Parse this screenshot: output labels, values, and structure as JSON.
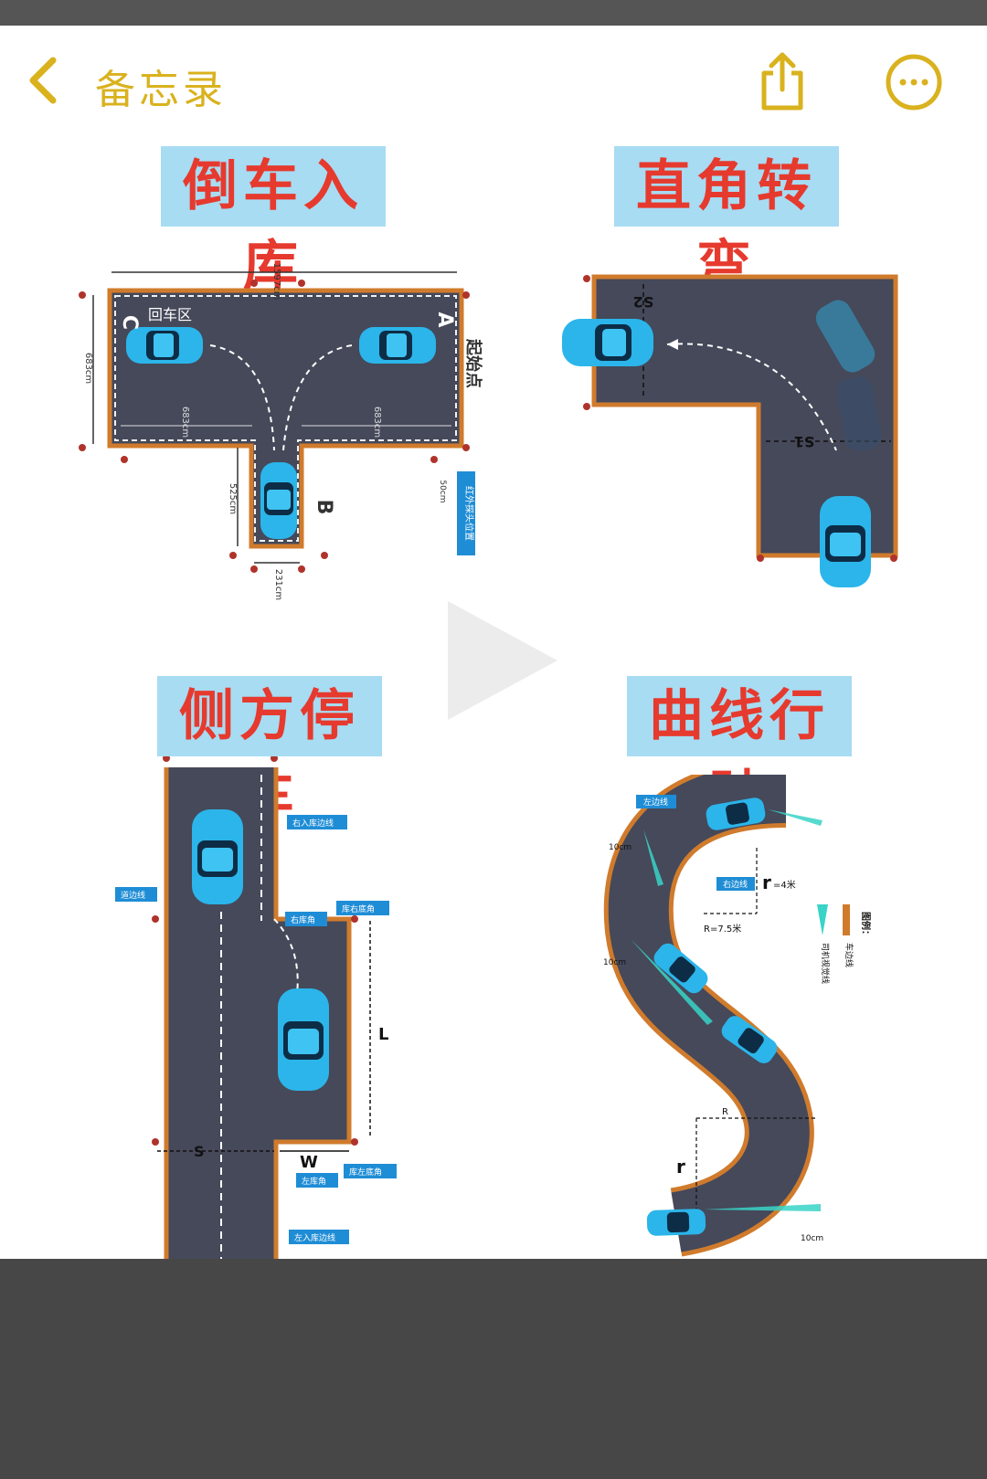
{
  "nav": {
    "title": "备忘录",
    "back_icon": "chevron-left-icon",
    "share_icon": "share-icon",
    "more_icon": "ellipsis-icon",
    "accent_color": "#d9b21e"
  },
  "sections": {
    "reverse": {
      "title": "倒车入库",
      "width_label": "1597cm",
      "height_label": "683cm",
      "left_label": "683cm",
      "right_label": "683cm",
      "garage_depth": "525cm",
      "garage_width": "231cm",
      "offset_label": "50cm",
      "label_c": "C",
      "label_a": "A",
      "label_b": "B",
      "turn_area": "回车区",
      "start_point": "起始点",
      "sensor": "红外探头位置"
    },
    "rightangle": {
      "title": "直角转弯",
      "s1": "S1",
      "s2": "S2"
    },
    "parallel": {
      "title": "侧方停车",
      "right_entry_line": "右入库边线",
      "road_edge": "道边线",
      "right_corner": "右库角",
      "corner_right_bottom": "库右底角",
      "left_corner": "左库角",
      "corner_left_bottom": "库左底角",
      "left_entry_line": "左入库边线",
      "l": "L",
      "w": "W",
      "s": "S"
    },
    "curve": {
      "title": "曲线行驶",
      "left_edge": "左边线",
      "right_edge": "右边线",
      "small_r": "r",
      "small_r_value": "=4米",
      "big_r_value": "R=7.5米",
      "big_r": "R",
      "r2": "r",
      "dist1": "10cm",
      "dist2": "10cm",
      "dist3": "10cm",
      "legend_title": "图例：",
      "legend_view": "司机视觉线",
      "legend_edge": "车边线"
    }
  }
}
